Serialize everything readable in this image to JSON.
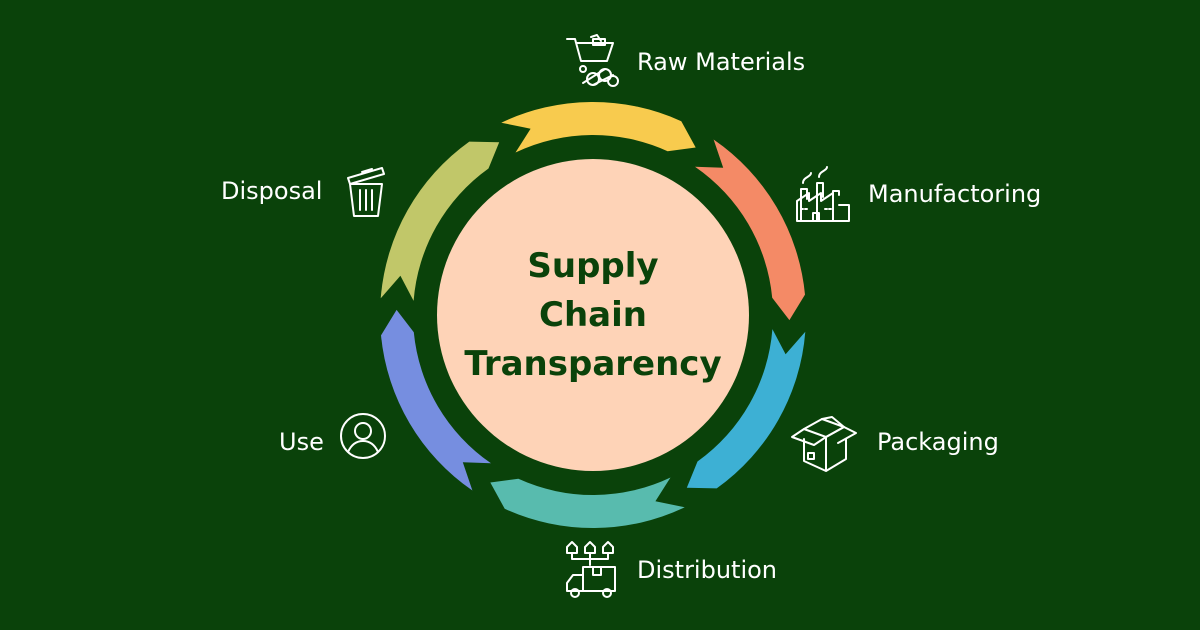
{
  "title_lines": [
    "Supply",
    "Chain",
    "Transparency"
  ],
  "stages": [
    {
      "label": "Raw Materials",
      "icon": "wheelbarrow-logs-icon",
      "color": "#f8cb4e"
    },
    {
      "label": "Manufactoring",
      "icon": "factory-icon",
      "color": "#f48a66"
    },
    {
      "label": "Packaging",
      "icon": "open-box-icon",
      "color": "#3db0d4"
    },
    {
      "label": "Distribution",
      "icon": "delivery-truck-icon",
      "color": "#58bbae"
    },
    {
      "label": "Use",
      "icon": "user-circle-icon",
      "color": "#768ee0"
    },
    {
      "label": "Disposal",
      "icon": "trash-bin-icon",
      "color": "#c1c769"
    }
  ],
  "background": "#0a420a",
  "center_color": "#fed3b7"
}
